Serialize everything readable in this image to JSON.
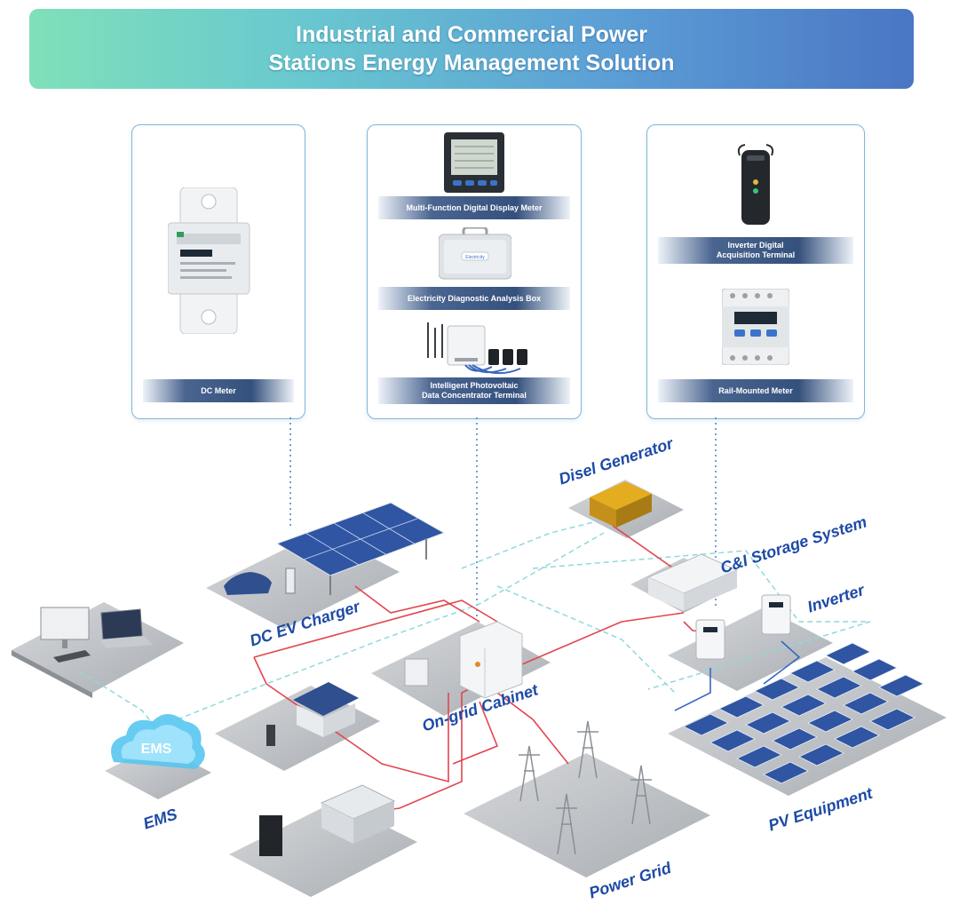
{
  "banner": {
    "line1": "Industrial and Commercial Power",
    "line2": "Stations Energy Management Solution"
  },
  "cards": {
    "dc_meter": {
      "label": "DC Meter"
    },
    "multi_function": {
      "label": "Multi-Function Digital Display Meter"
    },
    "diagnostic_box": {
      "label": "Electricity Diagnostic Analysis Box",
      "device_text": "Electricity"
    },
    "concentrator": {
      "line1": "Intelligent Photovoltaic",
      "line2": "Data Concentrator Terminal"
    },
    "inverter_terminal": {
      "line1": "Inverter Digital",
      "line2": "Acquisition Terminal"
    },
    "rail_meter": {
      "label": "Rail-Mounted Meter"
    }
  },
  "scene": {
    "disel_generator": "Disel Generator",
    "ci_storage": "C&I Storage System",
    "inverter": "Inverter",
    "dc_ev_charger": "DC EV Charger",
    "on_grid_cabinet": "On-grid Cabinet",
    "ems": "EMS",
    "ems_cloud": "EMS",
    "pv_equipment": "PV Equipment",
    "power_grid": "Power Grid"
  },
  "colors": {
    "power_line": "#e2454f",
    "data_line": "#8fd9dc",
    "dc_line": "#3a66c2",
    "label_blue": "#1d4aa6"
  }
}
